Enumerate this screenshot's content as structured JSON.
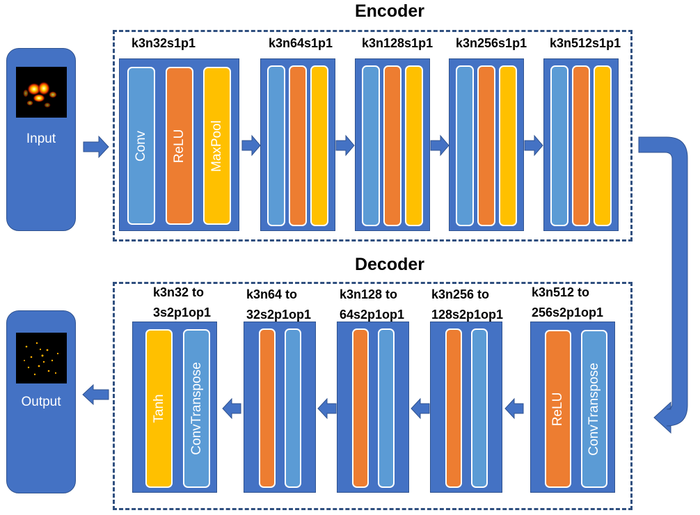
{
  "encoder": {
    "title": "Encoder",
    "blocks": [
      {
        "label": "k3n32s1p1",
        "bars": [
          {
            "name": "Conv",
            "color": "blue"
          },
          {
            "name": "ReLU",
            "color": "orange"
          },
          {
            "name": "MaxPool",
            "color": "yellow"
          }
        ]
      },
      {
        "label": "k3n64s1p1"
      },
      {
        "label": "k3n128s1p1"
      },
      {
        "label": "k3n256s1p1"
      },
      {
        "label": "k3n512s1p1"
      }
    ]
  },
  "decoder": {
    "title": "Decoder",
    "blocks": [
      {
        "label_line1": "k3n512 to",
        "label_line2": "256s2p1op1",
        "bars": [
          {
            "name": "ReLU",
            "color": "orange"
          },
          {
            "name": "ConvTranspose",
            "color": "blue"
          }
        ]
      },
      {
        "label_line1": "k3n256 to",
        "label_line2": "128s2p1op1"
      },
      {
        "label_line1": "k3n128 to",
        "label_line2": "64s2p1op1"
      },
      {
        "label_line1": "k3n64 to",
        "label_line2": "32s2p1op1"
      },
      {
        "label_line1": "k3n32 to",
        "label_line2": "3s2p1op1",
        "bars": [
          {
            "name": "Tanh",
            "color": "yellow"
          },
          {
            "name": "ConvTranspose",
            "color": "blue"
          }
        ]
      }
    ]
  },
  "input": {
    "label": "Input"
  },
  "output": {
    "label": "Output"
  },
  "colors": {
    "block_fill": "#4472c4",
    "conv_blue": "#5b9bd5",
    "relu_orange": "#ed7d31",
    "pool_yellow": "#ffc000",
    "dash": "#2f4f7f",
    "arrow": "#4472c4"
  }
}
